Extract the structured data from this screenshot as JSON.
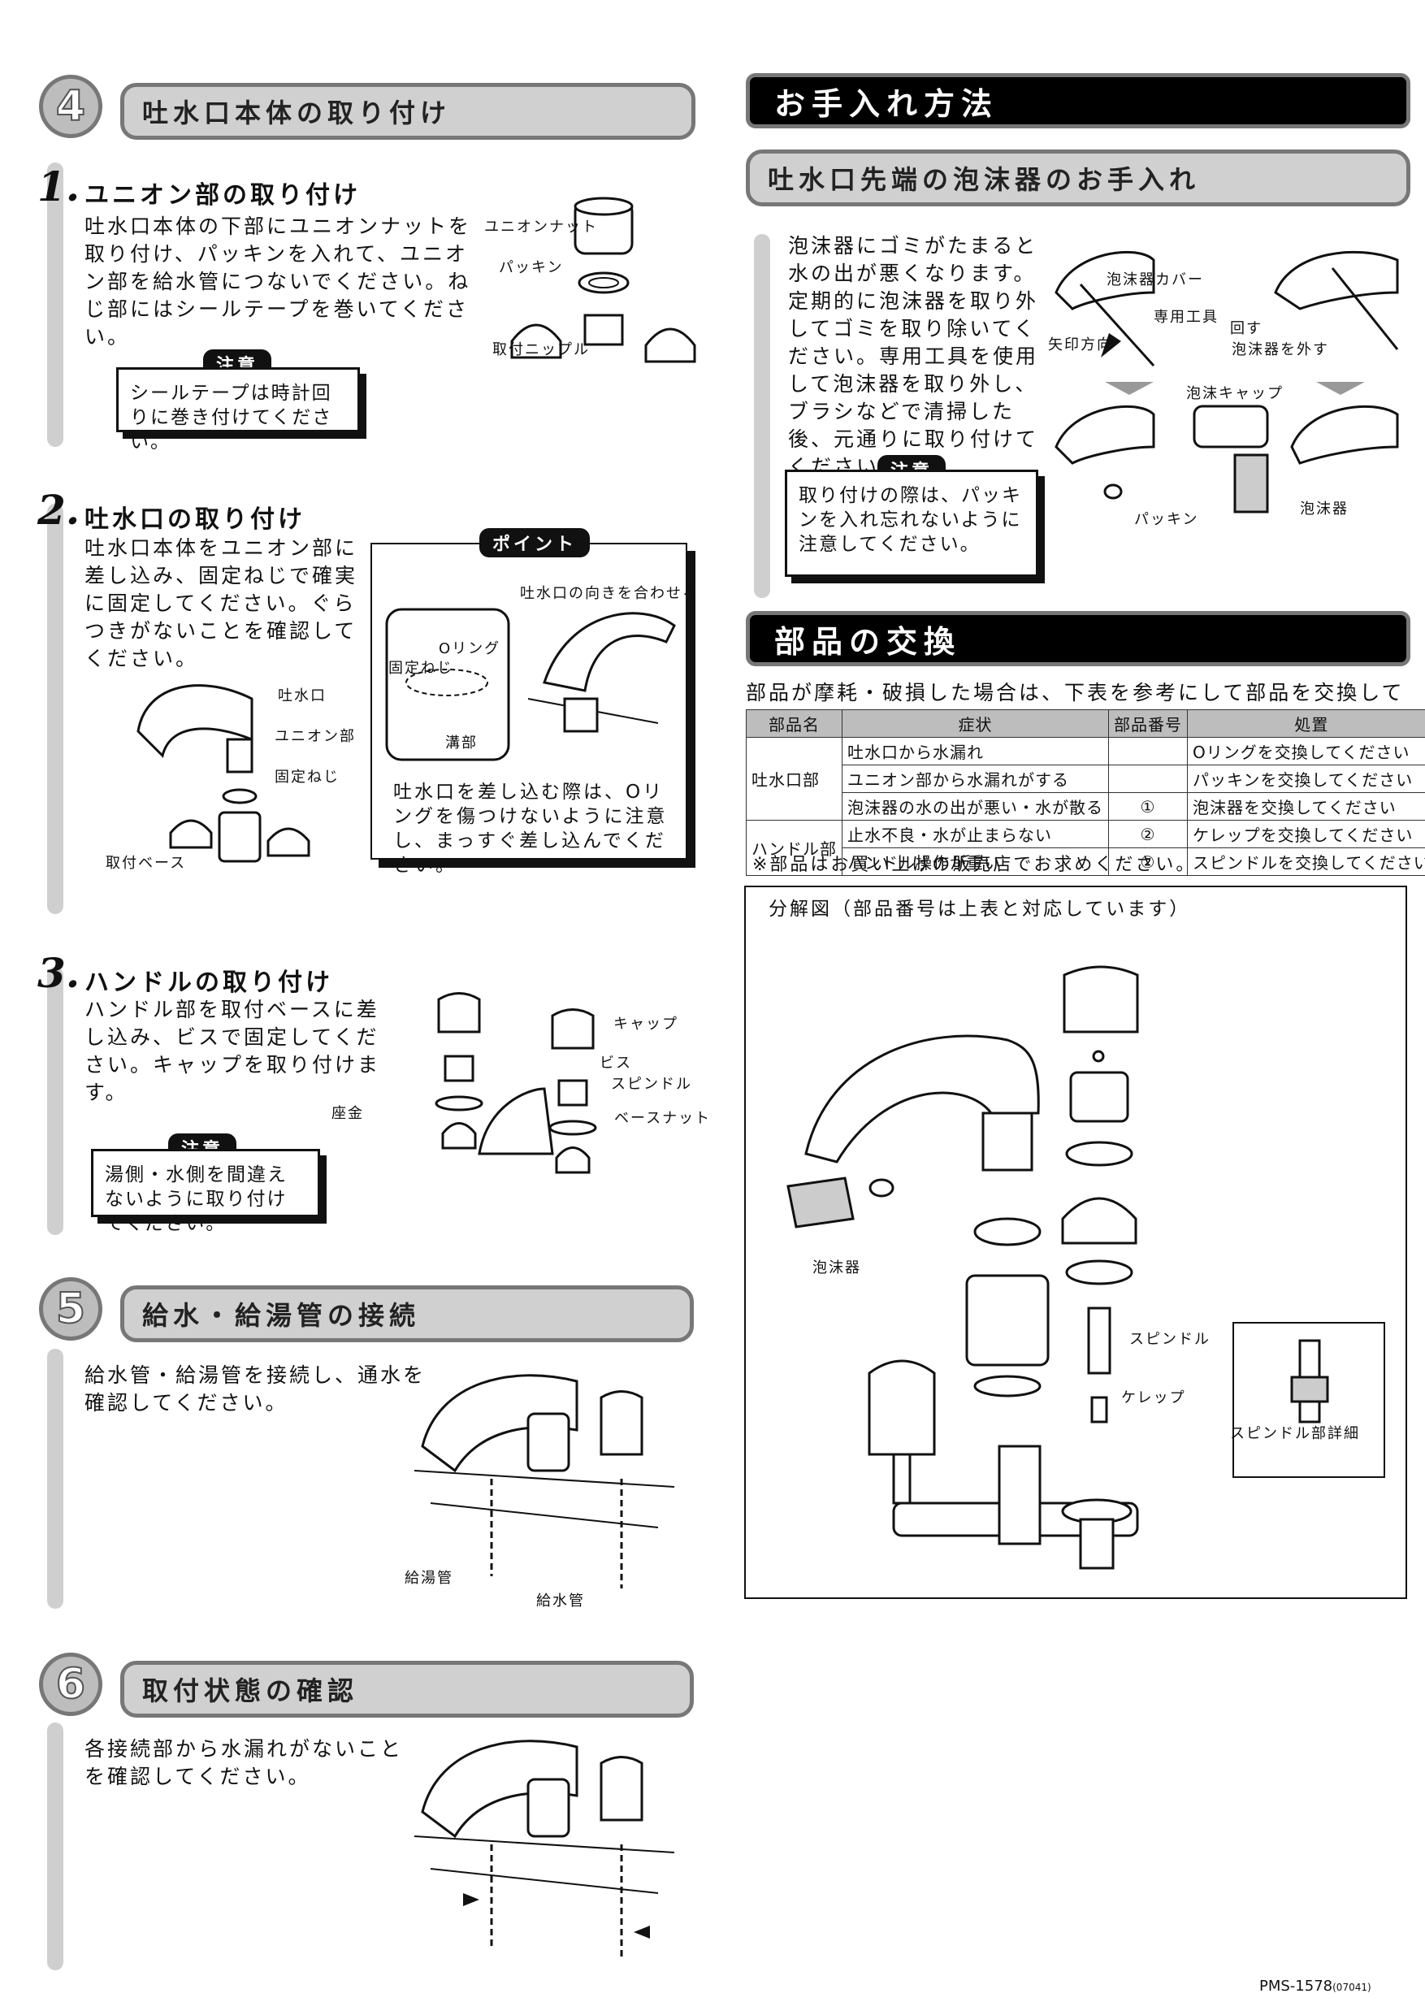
{
  "section4": {
    "number": "4",
    "title": "吐水口本体の取り付け",
    "step1": {
      "num": "1.",
      "heading": "ユニオン部の取り付け",
      "text": "吐水口本体の下部にユニオンナットを取り付け、パッキンを入れて、ユニオン部を給水管につないでください。ねじ部にはシールテープを巻いてください。",
      "labels": {
        "union_nut": "ユニオンナット",
        "packing": "パッキン",
        "nipple": "取付ニップル"
      },
      "note_tag": "注意",
      "note": "シールテープは時計回りに巻き付けてください。"
    },
    "step2": {
      "num": "2.",
      "heading": "吐水口の取り付け",
      "text": "吐水口本体をユニオン部に差し込み、固定ねじで確実に固定してください。ぐらつきがないことを確認してください。",
      "labels": {
        "spout": "吐水口",
        "union": "ユニオン部",
        "screw": "固定ねじ",
        "base": "取付ベース"
      },
      "detail_tag": "ポイント",
      "detail_labels": {
        "a": "吐水口の向きを合わせる",
        "b": "Oリング",
        "c": "固定ねじ",
        "d": "溝部"
      },
      "detail_note": "吐水口を差し込む際は、Oリングを傷つけないように注意し、まっすぐ差し込んでください。"
    },
    "step3": {
      "num": "3.",
      "heading": "ハンドルの取り付け",
      "text": "ハンドル部を取付ベースに差し込み、ビスで固定してください。キャップを取り付けます。",
      "labels": {
        "cap": "キャップ",
        "screw": "ビス",
        "spindle": "スピンドル",
        "washer": "座金",
        "base_nut": "ベースナット"
      },
      "note_tag": "注意",
      "note": "湯側・水側を間違えないように取り付けてください。"
    }
  },
  "section5": {
    "number": "5",
    "title": "給水・給湯管の接続",
    "text": "給水管・給湯管を接続し、通水を確認してください。",
    "labels": {
      "hot": "給湯管",
      "cold": "給水管"
    }
  },
  "section6": {
    "number": "6",
    "title": "取付状態の確認",
    "text": "各接続部から水漏れがないことを確認してください。"
  },
  "maint": {
    "title": "お手入れ方法",
    "sub_title": "吐水口先端の泡沫器のお手入れ",
    "text": "泡沫器にゴミがたまると水の出が悪くなります。定期的に泡沫器を取り外してゴミを取り除いてください。専用工具を使用して泡沫器を取り外し、ブラシなどで清掃した後、元通りに取り付けてください。",
    "labels": {
      "a": "泡沫器カバー",
      "b": "専用工具",
      "c": "矢印方向",
      "d": "回す",
      "e": "泡沫器を外す",
      "f": "泡沫キャップ",
      "g": "パッキン",
      "h": "泡沫器"
    },
    "note_tag": "注意",
    "note": "取り付けの際は、パッキンを入れ忘れないように注意してください。"
  },
  "parts": {
    "title": "部品の交換",
    "intro": "部品が摩耗・破損した場合は、下表を参考にして部品を交換してください。",
    "headers": [
      "部品名",
      "症状",
      "部品番号",
      "処置"
    ],
    "rows": [
      {
        "group": "吐水口部",
        "symptom": "吐水口から水漏れ",
        "num": "",
        "action": "Oリングを交換してください"
      },
      {
        "group": "",
        "symptom": "ユニオン部から水漏れがする",
        "num": "",
        "action": "パッキンを交換してください"
      },
      {
        "group": "",
        "symptom": "泡沫器の水の出が悪い・水が散る",
        "num": "①",
        "action": "泡沫器を交換してください"
      },
      {
        "group": "ハンドル部",
        "symptom": "止水不良・水が止まらない",
        "num": "②",
        "action": "ケレップを交換してください"
      },
      {
        "group": "",
        "symptom": "ハンドル操作が重い",
        "num": "②",
        "action": "スピンドルを交換してください"
      }
    ],
    "footnote": "※部品はお買い上げの販売店でお求めください。",
    "diagram_caption": "分解図（部品番号は上表と対応しています）",
    "labels": {
      "aerator": "泡沫器",
      "spindle": "スピンドル",
      "kerep": "ケレップ",
      "detail": "スピンドル部詳細"
    }
  },
  "footer": {
    "code": "PMS-1578",
    "sub": "(07041)"
  }
}
